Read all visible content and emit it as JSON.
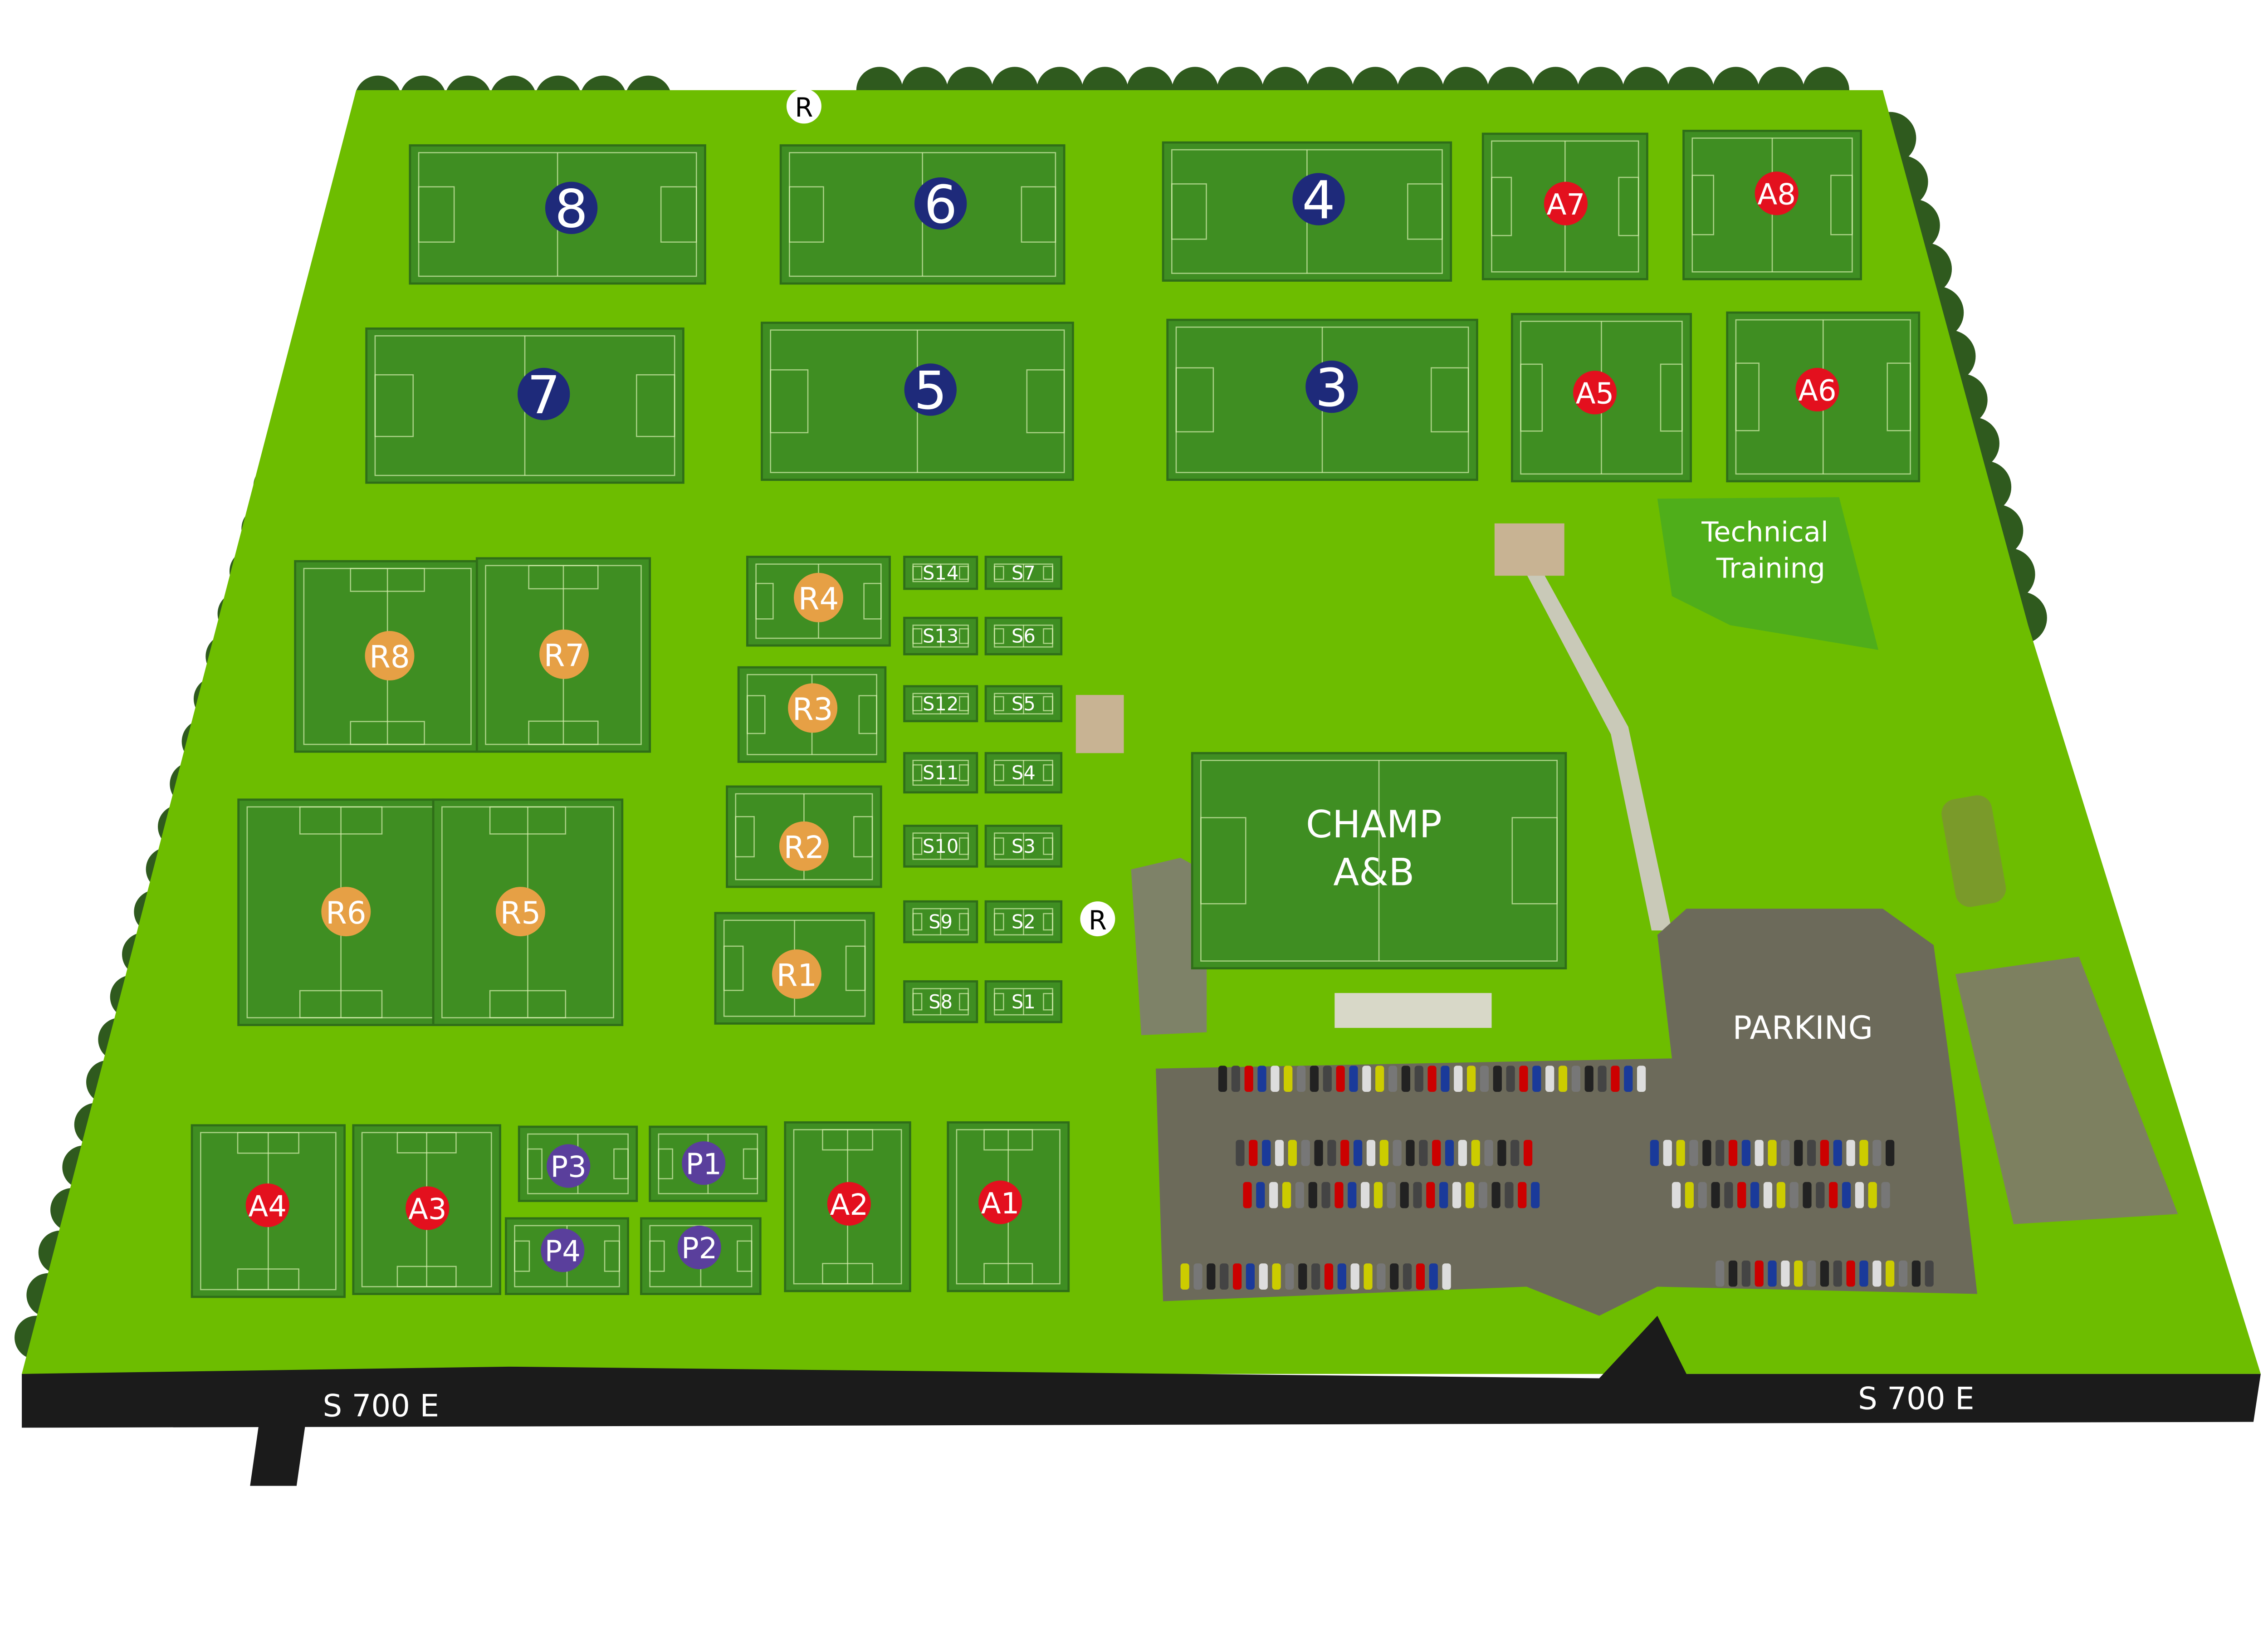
{
  "map": {
    "colors": {
      "grass": "#6dbd00",
      "field": "#3f8e22",
      "navy": "#1e2a7a",
      "red": "#e3101e",
      "orange": "#e6a045",
      "purple": "#5a3f9c",
      "road": "#1b1b1b",
      "parking": "#6c6a5a",
      "training": "#4fae1a"
    },
    "restroom_label": "R",
    "fields": {
      "f8": "8",
      "f6": "6",
      "f4": "4",
      "f7": "7",
      "f5": "5",
      "f3": "3",
      "A1": "A1",
      "A2": "A2",
      "A3": "A3",
      "A4": "A4",
      "A5": "A5",
      "A6": "A6",
      "A7": "A7",
      "A8": "A8",
      "R1": "R1",
      "R2": "R2",
      "R3": "R3",
      "R4": "R4",
      "R5": "R5",
      "R6": "R6",
      "R7": "R7",
      "R8": "R8",
      "P1": "P1",
      "P2": "P2",
      "P3": "P3",
      "P4": "P4",
      "S1": "S1",
      "S2": "S2",
      "S3": "S3",
      "S4": "S4",
      "S5": "S5",
      "S6": "S6",
      "S7": "S7",
      "S8": "S8",
      "S9": "S9",
      "S10": "S10",
      "S11": "S11",
      "S12": "S12",
      "S13": "S13",
      "S14": "S14"
    },
    "champ": {
      "line1": "CHAMP",
      "line2": "A&B"
    },
    "technical_training": {
      "line1": "Technical",
      "line2": "Training"
    },
    "parking_label": "PARKING",
    "road_labels": [
      "S 700 E",
      "S 700 E"
    ]
  }
}
